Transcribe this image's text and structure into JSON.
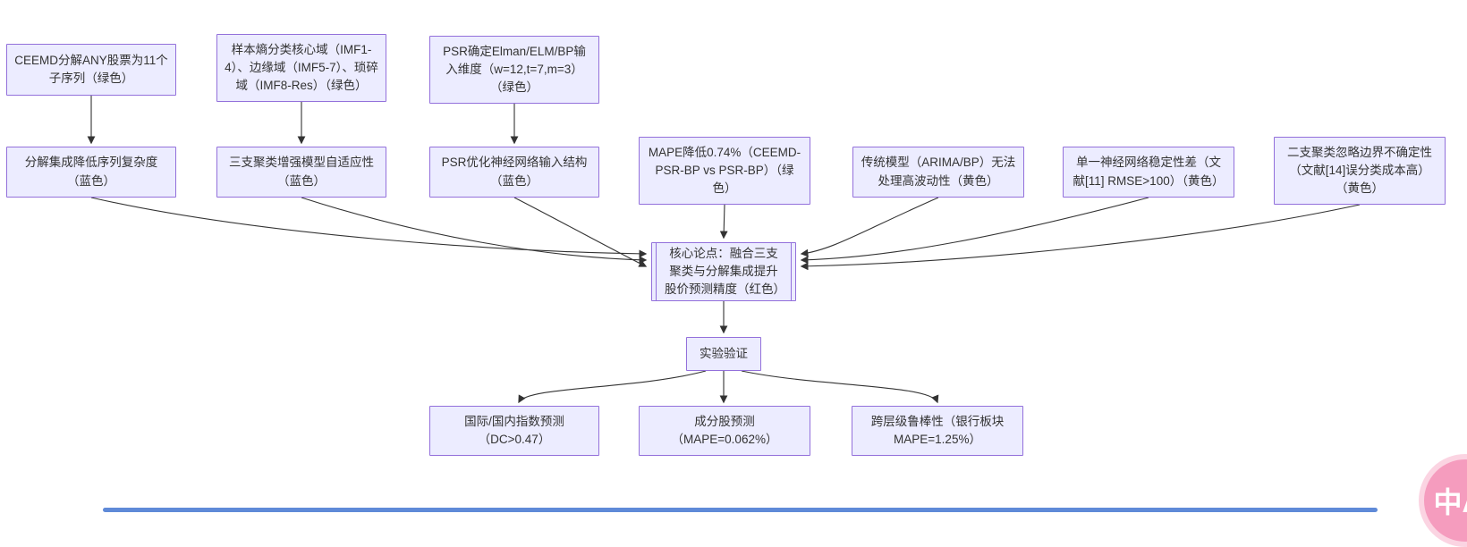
{
  "nodes": {
    "ceemd": {
      "label": "CEEMD分解ANY股票为11个子序列（绿色）",
      "category": "green"
    },
    "entropy": {
      "label": "样本熵分类核心域（IMF1-4）、边缘域（IMF5-7）、琐碎域（IMF8-Res）（绿色）",
      "category": "green"
    },
    "psr_input": {
      "label": "PSR确定Elman/ELM/BP输入维度（w=12,t=7,m=3）（绿色）",
      "category": "green"
    },
    "decomp": {
      "label": "分解集成降低序列复杂度（蓝色）",
      "category": "blue"
    },
    "threeway": {
      "label": "三支聚类增强模型自适应性（蓝色）",
      "category": "blue"
    },
    "psr_structure": {
      "label": "PSR优化神经网络输入结构（蓝色）",
      "category": "blue"
    },
    "mape_gain": {
      "label": "MAPE降低0.74%（CEEMD-PSR-BP vs PSR-BP）（绿色）",
      "category": "green"
    },
    "traditional": {
      "label": "传统模型（ARIMA/BP）无法处理高波动性（黄色）",
      "category": "yellow"
    },
    "single_nn": {
      "label": "单一神经网络稳定性差（文献[11] RMSE>100）（黄色）",
      "category": "yellow"
    },
    "twoway": {
      "label": "二支聚类忽略边界不确定性（文献[14]误分类成本高）（黄色）",
      "category": "yellow"
    },
    "core": {
      "label": "核心论点：融合三支聚类与分解集成提升股价预测精度（红色）",
      "category": "red"
    },
    "experiment": {
      "label": "实验验证"
    },
    "index_result": {
      "label": "国际/国内指数预测（DC>0.47）"
    },
    "component_result": {
      "label": "成分股预测（MAPE=0.062%）"
    },
    "robust_result": {
      "label": "跨层级鲁棒性（银行板块 MAPE=1.25%）"
    }
  },
  "fab": {
    "label": "中A"
  },
  "colors": {
    "node_fill": "#ECECFF",
    "node_border": "#9370DB",
    "edge": "#333333",
    "text": "#333333",
    "fab_pink": "#F59CBE",
    "fab_ring": "#FBD4E2",
    "scrollbar_blue": "#5F8AD8"
  }
}
